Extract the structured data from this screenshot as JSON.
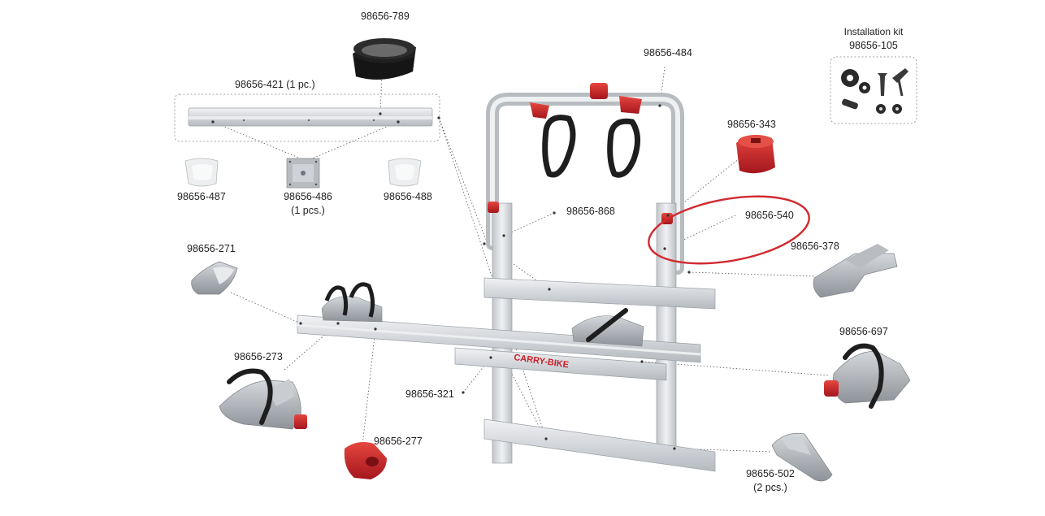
{
  "labels": {
    "p789": "98656-789",
    "p421": "98656-421 (1 pc.)",
    "p487": "98656-487",
    "p486": "98656-486",
    "p486_qty": "(1 pcs.)",
    "p488": "98656-488",
    "p484": "98656-484",
    "p343": "98656-343",
    "p868": "98656-868",
    "p540": "98656-540",
    "p378": "98656-378",
    "p271": "98656-271",
    "p273": "98656-273",
    "p321": "98656-321",
    "p277": "98656-277",
    "p697": "98656-697",
    "p502": "98656-502",
    "p502_qty": "(2 pcs.)"
  },
  "kit": {
    "title": "Installation kit",
    "part": "98656-105"
  },
  "product": {
    "brand_print": "CARRY-BIKE"
  },
  "colors": {
    "accent_red": "#c8202a",
    "highlight_ring": "#d22a2f",
    "aluminium": "#d9dbde",
    "plastic_grey": "#a9adb3",
    "strap_black": "#1e1e1e",
    "leader_line": "#555555"
  }
}
